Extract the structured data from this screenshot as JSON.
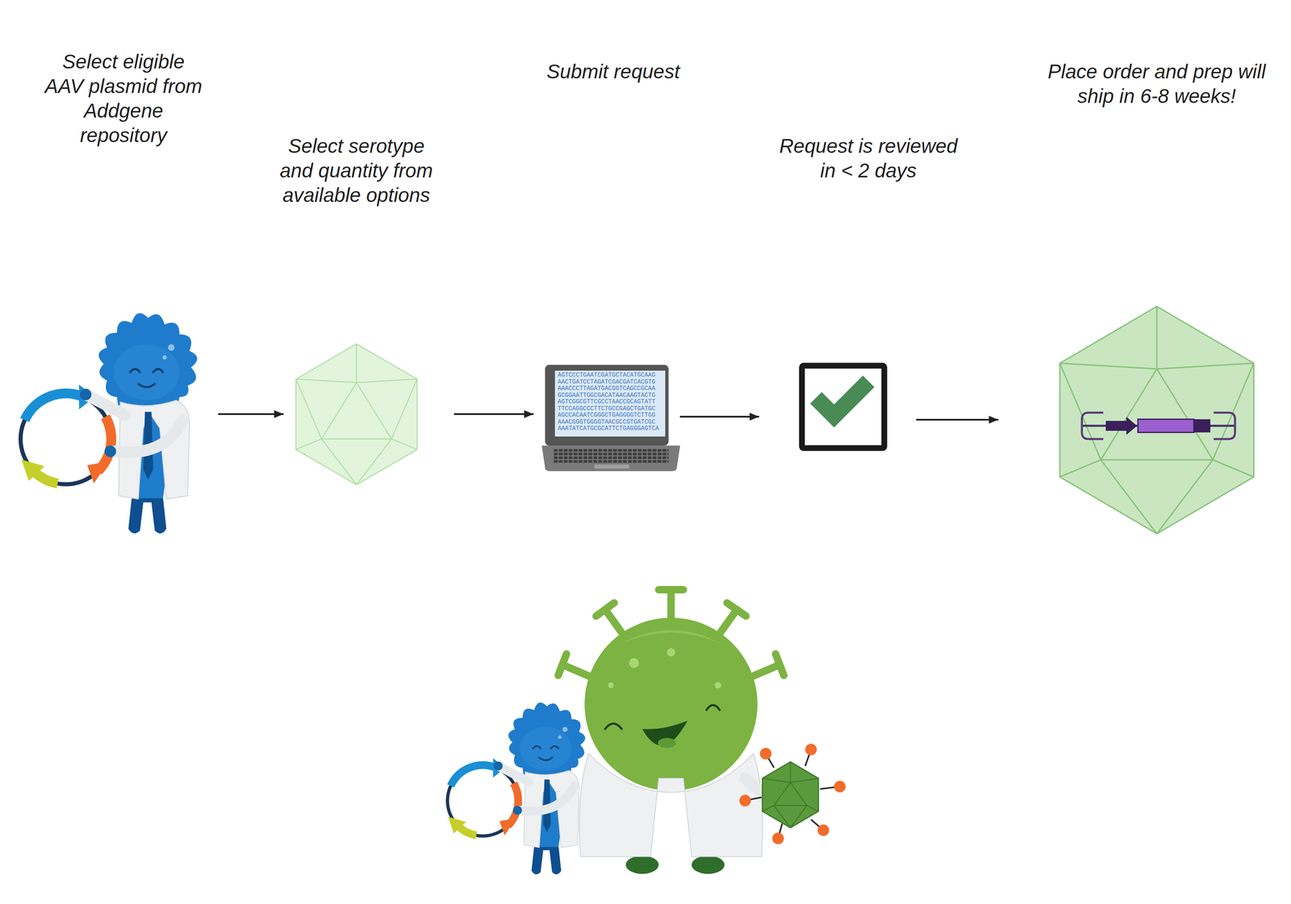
{
  "diagram": {
    "nodes": [
      {
        "text": [
          "Select eligible AAV plasmid from Addgene repository"
        ]
      },
      {
        "text": [
          "Select serotype and quantity from available options"
        ]
      },
      {
        "text": [
          "Submit request"
        ]
      },
      {
        "text": [
          "Request is reviewed in < 2 days"
        ]
      },
      {
        "text": [
          "Place order and prep will ship in 6-8 weeks!"
        ]
      }
    ],
    "edges": [
      {
        "from": 0,
        "to": 1,
        "arrow": "to"
      },
      {
        "from": 1,
        "to": 2,
        "arrow": "to"
      },
      {
        "from": 2,
        "to": 3,
        "arrow": "to"
      },
      {
        "from": 3,
        "to": 4,
        "arrow": "to"
      }
    ],
    "labels": [
      "AGTCCCTGAATCGATGCTACATGCAAG",
      "AACTGATCCTAGATCGACGATCACGTG",
      "AAACCCTTAGATGACGGTCAGCCGCAA",
      "GCGGAATTGGCGACATAACAAGTACTG",
      "AGTCGGCGTTCGCCTAACCGCAGTATT",
      "TTCCAGGCCCTTCTGCCGAGCTGATGC",
      "AGCCACAATCGGGCTGAGGGGTCTTGG",
      "AAACGGGTGGGGTAACGCCGTGATCGC",
      "AAATATCATGCGCATTCTGAGGGAGTCA"
    ]
  }
}
